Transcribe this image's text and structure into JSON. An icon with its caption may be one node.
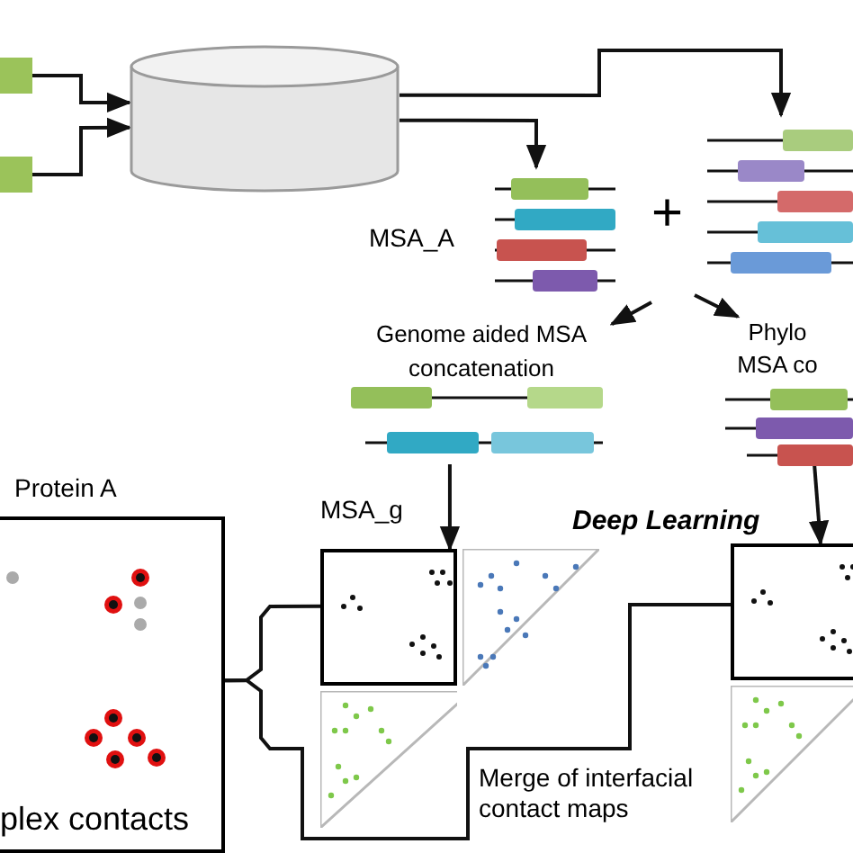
{
  "diagram": {
    "nodes": [
      {
        "text": [],
        "shape": "box"
      },
      {
        "text": [],
        "shape": "box"
      },
      {
        "text": [],
        "shape": "cylinder"
      },
      {
        "text": [
          "MSA_A"
        ]
      },
      {
        "text": [],
        "shape": "picture"
      },
      {
        "text": [
          "Genome aided MSA concatenation"
        ]
      },
      {
        "text": [
          "Phylo MSA co"
        ]
      },
      {
        "text": [
          "Protein A",
          "plex contacts"
        ]
      },
      {
        "text": [],
        "shape": "box"
      },
      {
        "text": [],
        "shape": "triangle"
      },
      {
        "text": [],
        "shape": "triangle"
      },
      {
        "text": [],
        "shape": "box"
      },
      {
        "text": [],
        "shape": "triangle"
      }
    ],
    "edges": [
      {
        "from": 0,
        "to": 2,
        "arrow": "to"
      },
      {
        "from": 1,
        "to": 2,
        "arrow": "to"
      },
      {
        "from": 2,
        "to": 3,
        "arrow": "to"
      },
      {
        "from": 2,
        "to": 4,
        "arrow": "to"
      },
      {
        "from": null,
        "to": 5,
        "arrow": "to"
      },
      {
        "from": null,
        "to": 6,
        "arrow": "to"
      },
      {
        "from": 5,
        "to": 8,
        "arrow": "to"
      },
      {
        "from": 6,
        "to": 11,
        "arrow": "to"
      },
      {
        "from": 8,
        "to": 7,
        "arrow": "none"
      },
      {
        "from": 11,
        "to": 7,
        "arrow": "none"
      }
    ],
    "labels": [
      "+",
      "MSA_g",
      "Deep Learning",
      "Merge of interfacial contact maps"
    ]
  }
}
